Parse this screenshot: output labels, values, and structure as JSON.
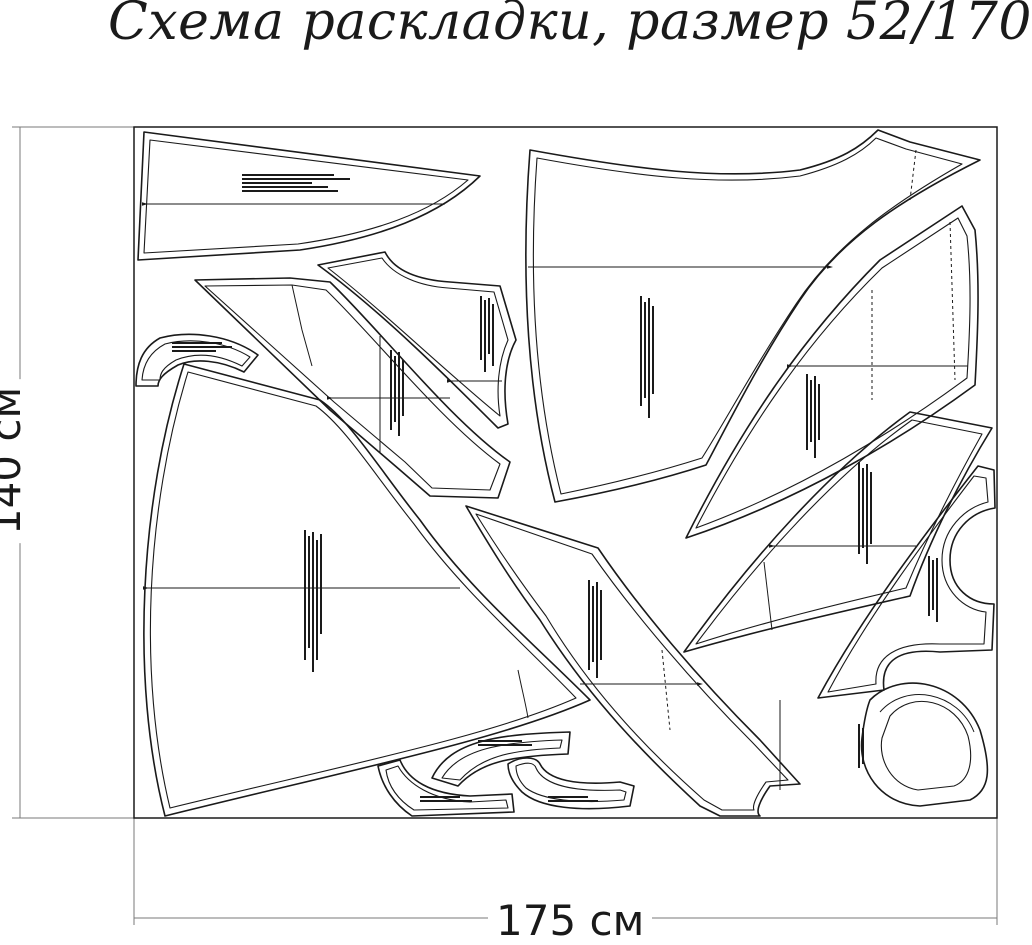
{
  "title": "Схема раскладки, размер 52/170",
  "dimensions": {
    "width_label": "175 см",
    "height_label": "140 см"
  },
  "colors": {
    "outline": "#1a1a1a",
    "background": "#ffffff"
  }
}
